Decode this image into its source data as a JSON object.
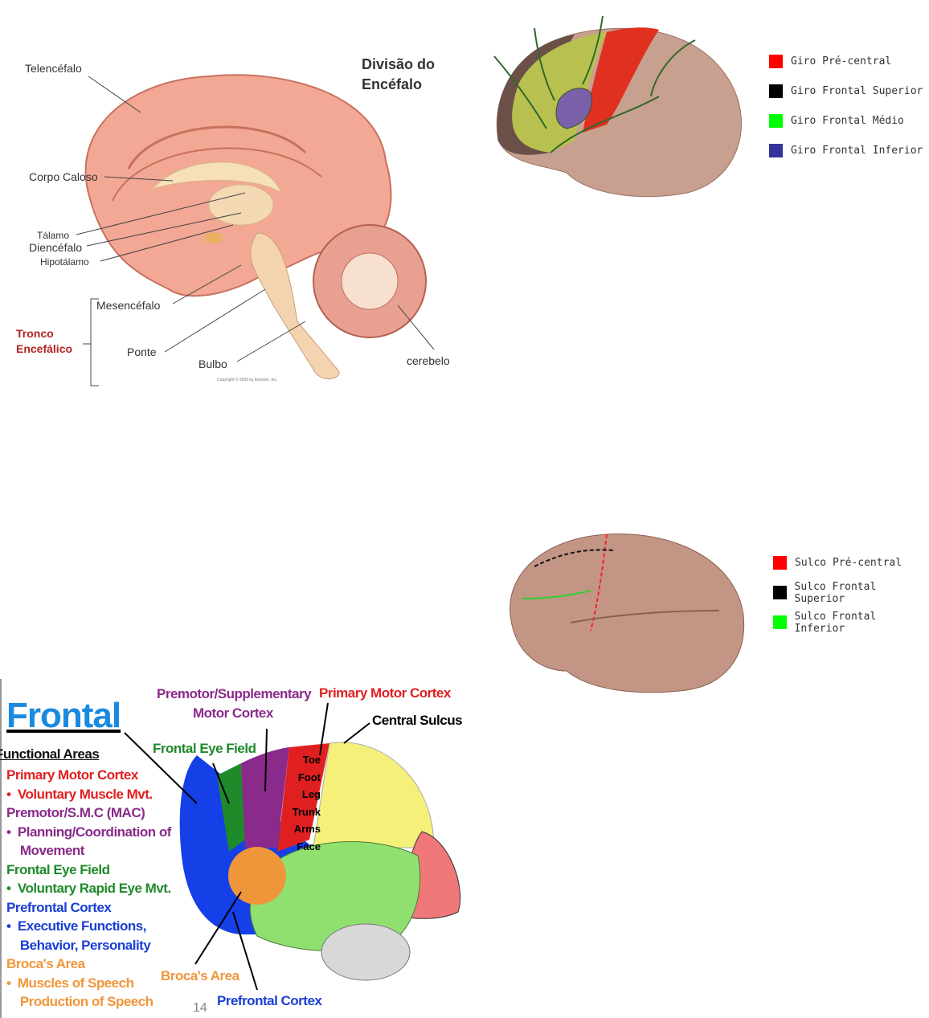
{
  "figure1": {
    "title_line1": "Divisão do",
    "title_line2": "Encéfalo",
    "labels": {
      "telencefalo": "Telencéfalo",
      "corpo_caloso": "Corpo Caloso",
      "talamo": "Tálamo",
      "diencefalo": "Diencéfalo",
      "hipotalamo": "Hipotálamo",
      "mesencefalo": "Mesencéfalo",
      "tronco1": "Tronco",
      "tronco2": "Encefálico",
      "ponte": "Ponte",
      "bulbo": "Bulbo",
      "cerebelo": "cerebelo"
    },
    "copyright": "Copyright © 2009 by Elsevier, Inc."
  },
  "figure2": {
    "legend": [
      {
        "label": "Giro Pré-central",
        "color": "#ff0000"
      },
      {
        "label": "Giro Frontal Superior",
        "color": "#000000"
      },
      {
        "label": "Giro Frontal Médio",
        "color": "#00ff00"
      },
      {
        "label": "Giro Frontal Inferior",
        "color": "#333399"
      }
    ]
  },
  "figure3": {
    "legend": [
      {
        "label": "Sulco Pré-central",
        "color": "#ff0000"
      },
      {
        "label": "Sulco Frontal Superior",
        "color": "#000000"
      },
      {
        "label": "Sulco Frontal Inferior",
        "color": "#00ff00"
      }
    ]
  },
  "figure4": {
    "title": "Frontal",
    "subtitle": "Functional Areas",
    "list": [
      {
        "text": "Primary Motor Cortex",
        "color": "#e02020"
      },
      {
        "text": "•  Voluntary Muscle Mvt.",
        "color": "#e02020"
      },
      {
        "text": "Premotor/S.M.C (MAC)",
        "color": "#8a2a8a"
      },
      {
        "text": "•  Planning/Coordination of",
        "color": "#8a2a8a"
      },
      {
        "text": "    Movement",
        "color": "#8a2a8a"
      },
      {
        "text": "Frontal Eye Field",
        "color": "#1f8a2a"
      },
      {
        "text": "•  Voluntary Rapid Eye Mvt.",
        "color": "#1f8a2a"
      },
      {
        "text": "Prefrontal Cortex",
        "color": "#1a3fd6"
      },
      {
        "text": "•  Executive Functions,",
        "color": "#1a3fd6"
      },
      {
        "text": "    Behavior, Personality",
        "color": "#1a3fd6"
      },
      {
        "text": "Broca's Area",
        "color": "#f0963a"
      },
      {
        "text": "•  Muscles of Speech",
        "color": "#f0963a"
      },
      {
        "text": "    Production of Speech",
        "color": "#f0963a"
      }
    ],
    "callouts": {
      "premotor1": "Premotor/Supplementary",
      "premotor2": "Motor Cortex",
      "primary_motor": "Primary Motor Cortex",
      "central_sulcus": "Central Sulcus",
      "frontal_eye": "Frontal Eye Field",
      "broca": "Broca's Area",
      "prefrontal": "Prefrontal Cortex"
    },
    "homunculus": [
      "Toe",
      "Foot",
      "Leg",
      "Trunk",
      "Arms",
      "Face"
    ]
  },
  "page_number": "14"
}
